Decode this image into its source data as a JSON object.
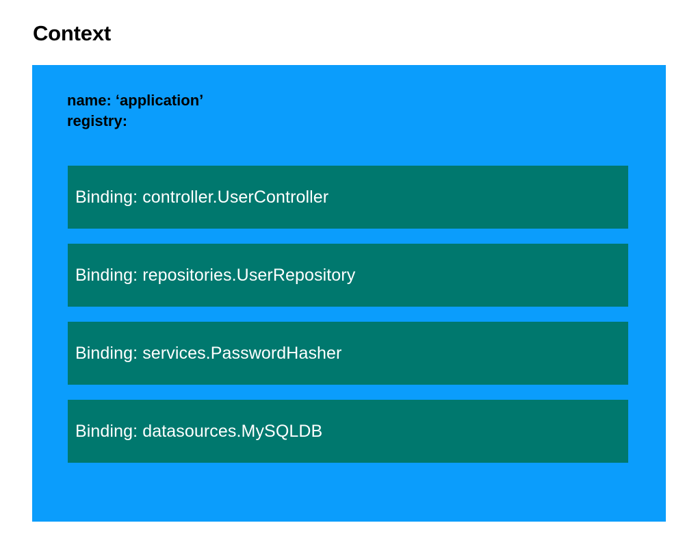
{
  "slide": {
    "title": "Context",
    "background_color": "#ffffff"
  },
  "context_box": {
    "color": "#0b9dfc",
    "header": {
      "name_line": "name: ‘application’",
      "registry_line": "registry:"
    },
    "binding_color": "#00786e",
    "binding_text_color": "#ffffff",
    "bindings": [
      {
        "label": "Binding: controller.UserController"
      },
      {
        "label": "Binding: repositories.UserRepository"
      },
      {
        "label": "Binding: services.PasswordHasher"
      },
      {
        "label": "Binding: datasources.MySQLDB"
      }
    ]
  }
}
